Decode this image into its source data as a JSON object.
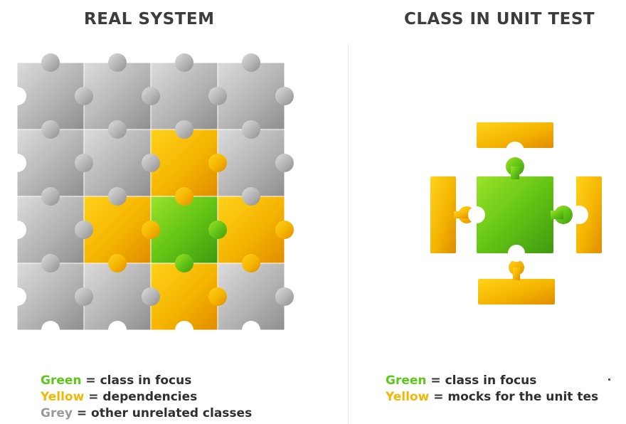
{
  "headings": {
    "left": "REAL SYSTEM",
    "right": "CLASS IN UNIT TEST"
  },
  "legend_left": [
    {
      "key": "Green",
      "text": " = class in focus",
      "color": "green"
    },
    {
      "key": "Yellow",
      "text": " = dependencies",
      "color": "yellow"
    },
    {
      "key": "Grey",
      "text": " = other unrelated classes",
      "color": "grey"
    }
  ],
  "legend_right": [
    {
      "key": "Green",
      "text": " = class in focus",
      "color": "green"
    },
    {
      "key": "Yellow",
      "text": " = mocks for the unit tes",
      "color": "yellow"
    }
  ],
  "colors": {
    "green": "#5cc71a",
    "yellow": "#f2b705",
    "grey": "#9a9a9a"
  },
  "grid": [
    [
      "grey",
      "grey",
      "grey",
      "grey"
    ],
    [
      "grey",
      "grey",
      "yellow",
      "grey"
    ],
    [
      "grey",
      "yellow",
      "green",
      "yellow"
    ],
    [
      "grey",
      "grey",
      "yellow",
      "grey"
    ]
  ]
}
